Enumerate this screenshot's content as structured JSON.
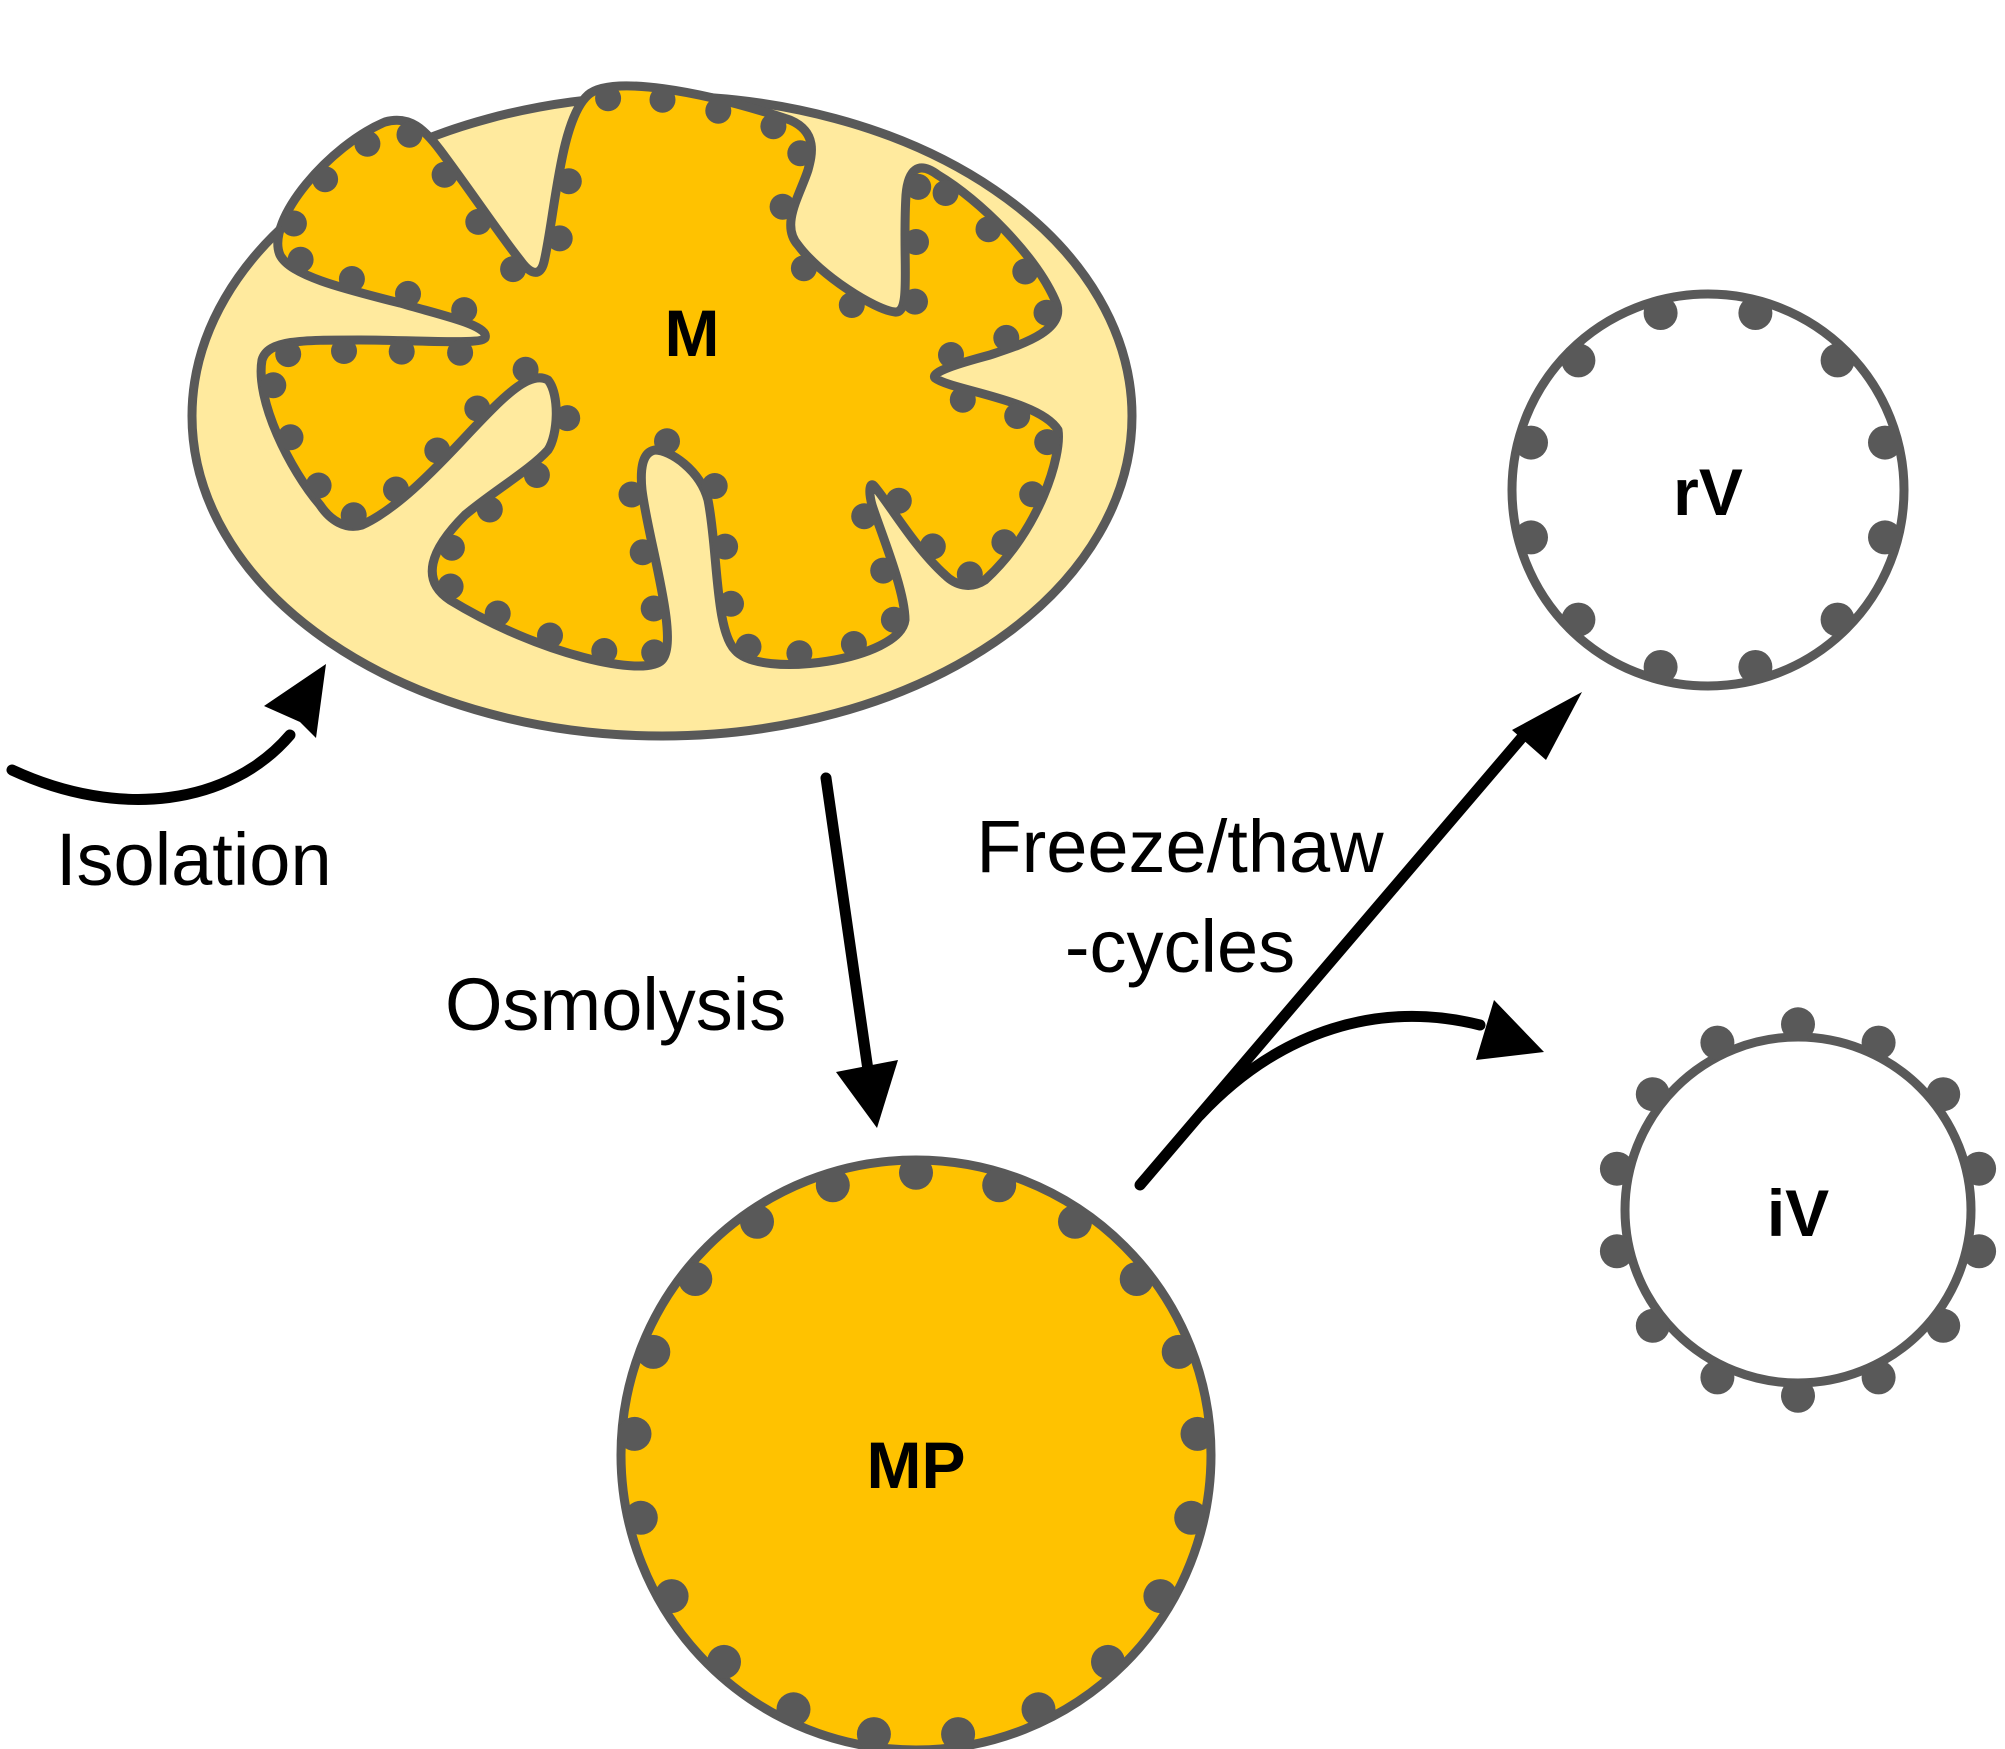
{
  "labels": {
    "mitochondrion": "M",
    "mitoplast": "MP",
    "right_side_out_vesicle": "rV",
    "inside_out_vesicle": "iV",
    "isolation": "Isolation",
    "osmolysis": "Osmolysis",
    "freeze_thaw_line1": "Freeze/thaw",
    "freeze_thaw_line2": "-cycles"
  },
  "colors": {
    "outer_compartment": "#FFEA9E",
    "matrix": "#FFC200",
    "membrane": "#595959",
    "particle": "#595959",
    "arrow": "#000000",
    "vesicle_fill": "#ffffff"
  },
  "particle_counts": {
    "mitoplast": 21,
    "right_side_out_vesicle": 12,
    "inside_out_vesicle": 14
  }
}
